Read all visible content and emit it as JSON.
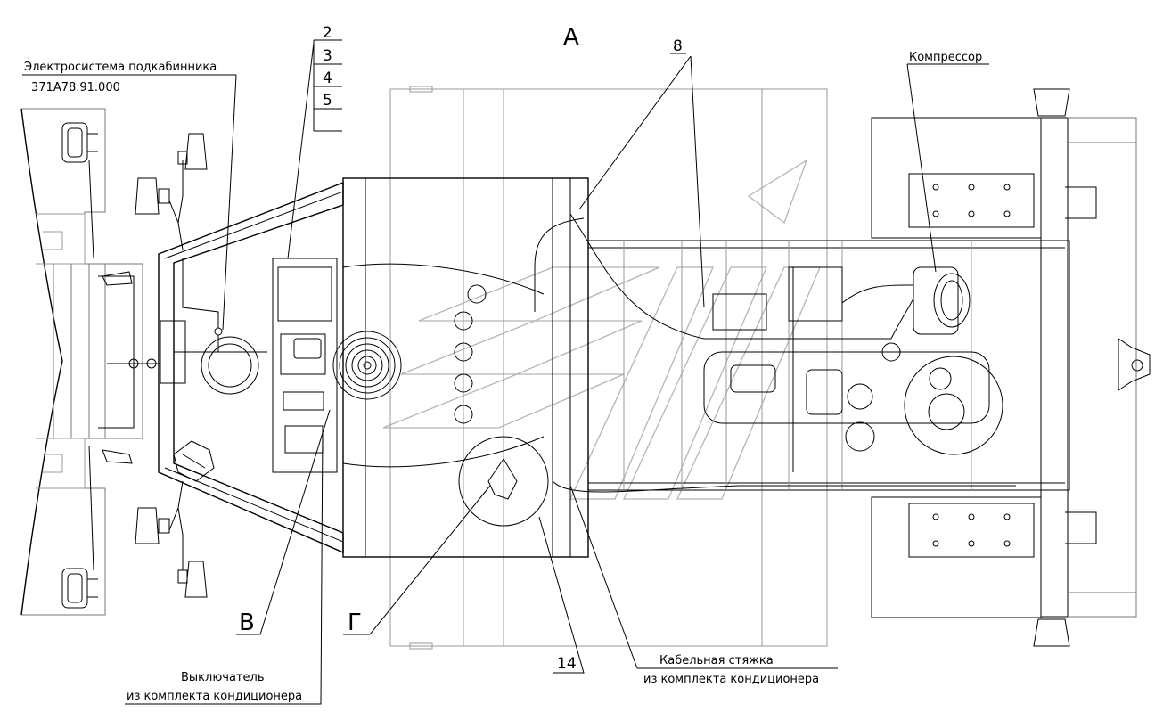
{
  "view_letter": "А",
  "labels": {
    "subcab_title": "Электросистема подкабинника",
    "subcab_number": "371А78.91.000",
    "compressor": "Компрессор",
    "switch_line1": "Выключатель",
    "switch_line2": "из комплекта кондиционера",
    "tie_line1": "Кабельная стяжка",
    "tie_line2": "из комплекта кондиционера"
  },
  "callouts": {
    "n2": "2",
    "n3": "3",
    "n4": "4",
    "n5": "5",
    "n8": "8",
    "n14": "14",
    "v": "В",
    "g": "Г"
  }
}
